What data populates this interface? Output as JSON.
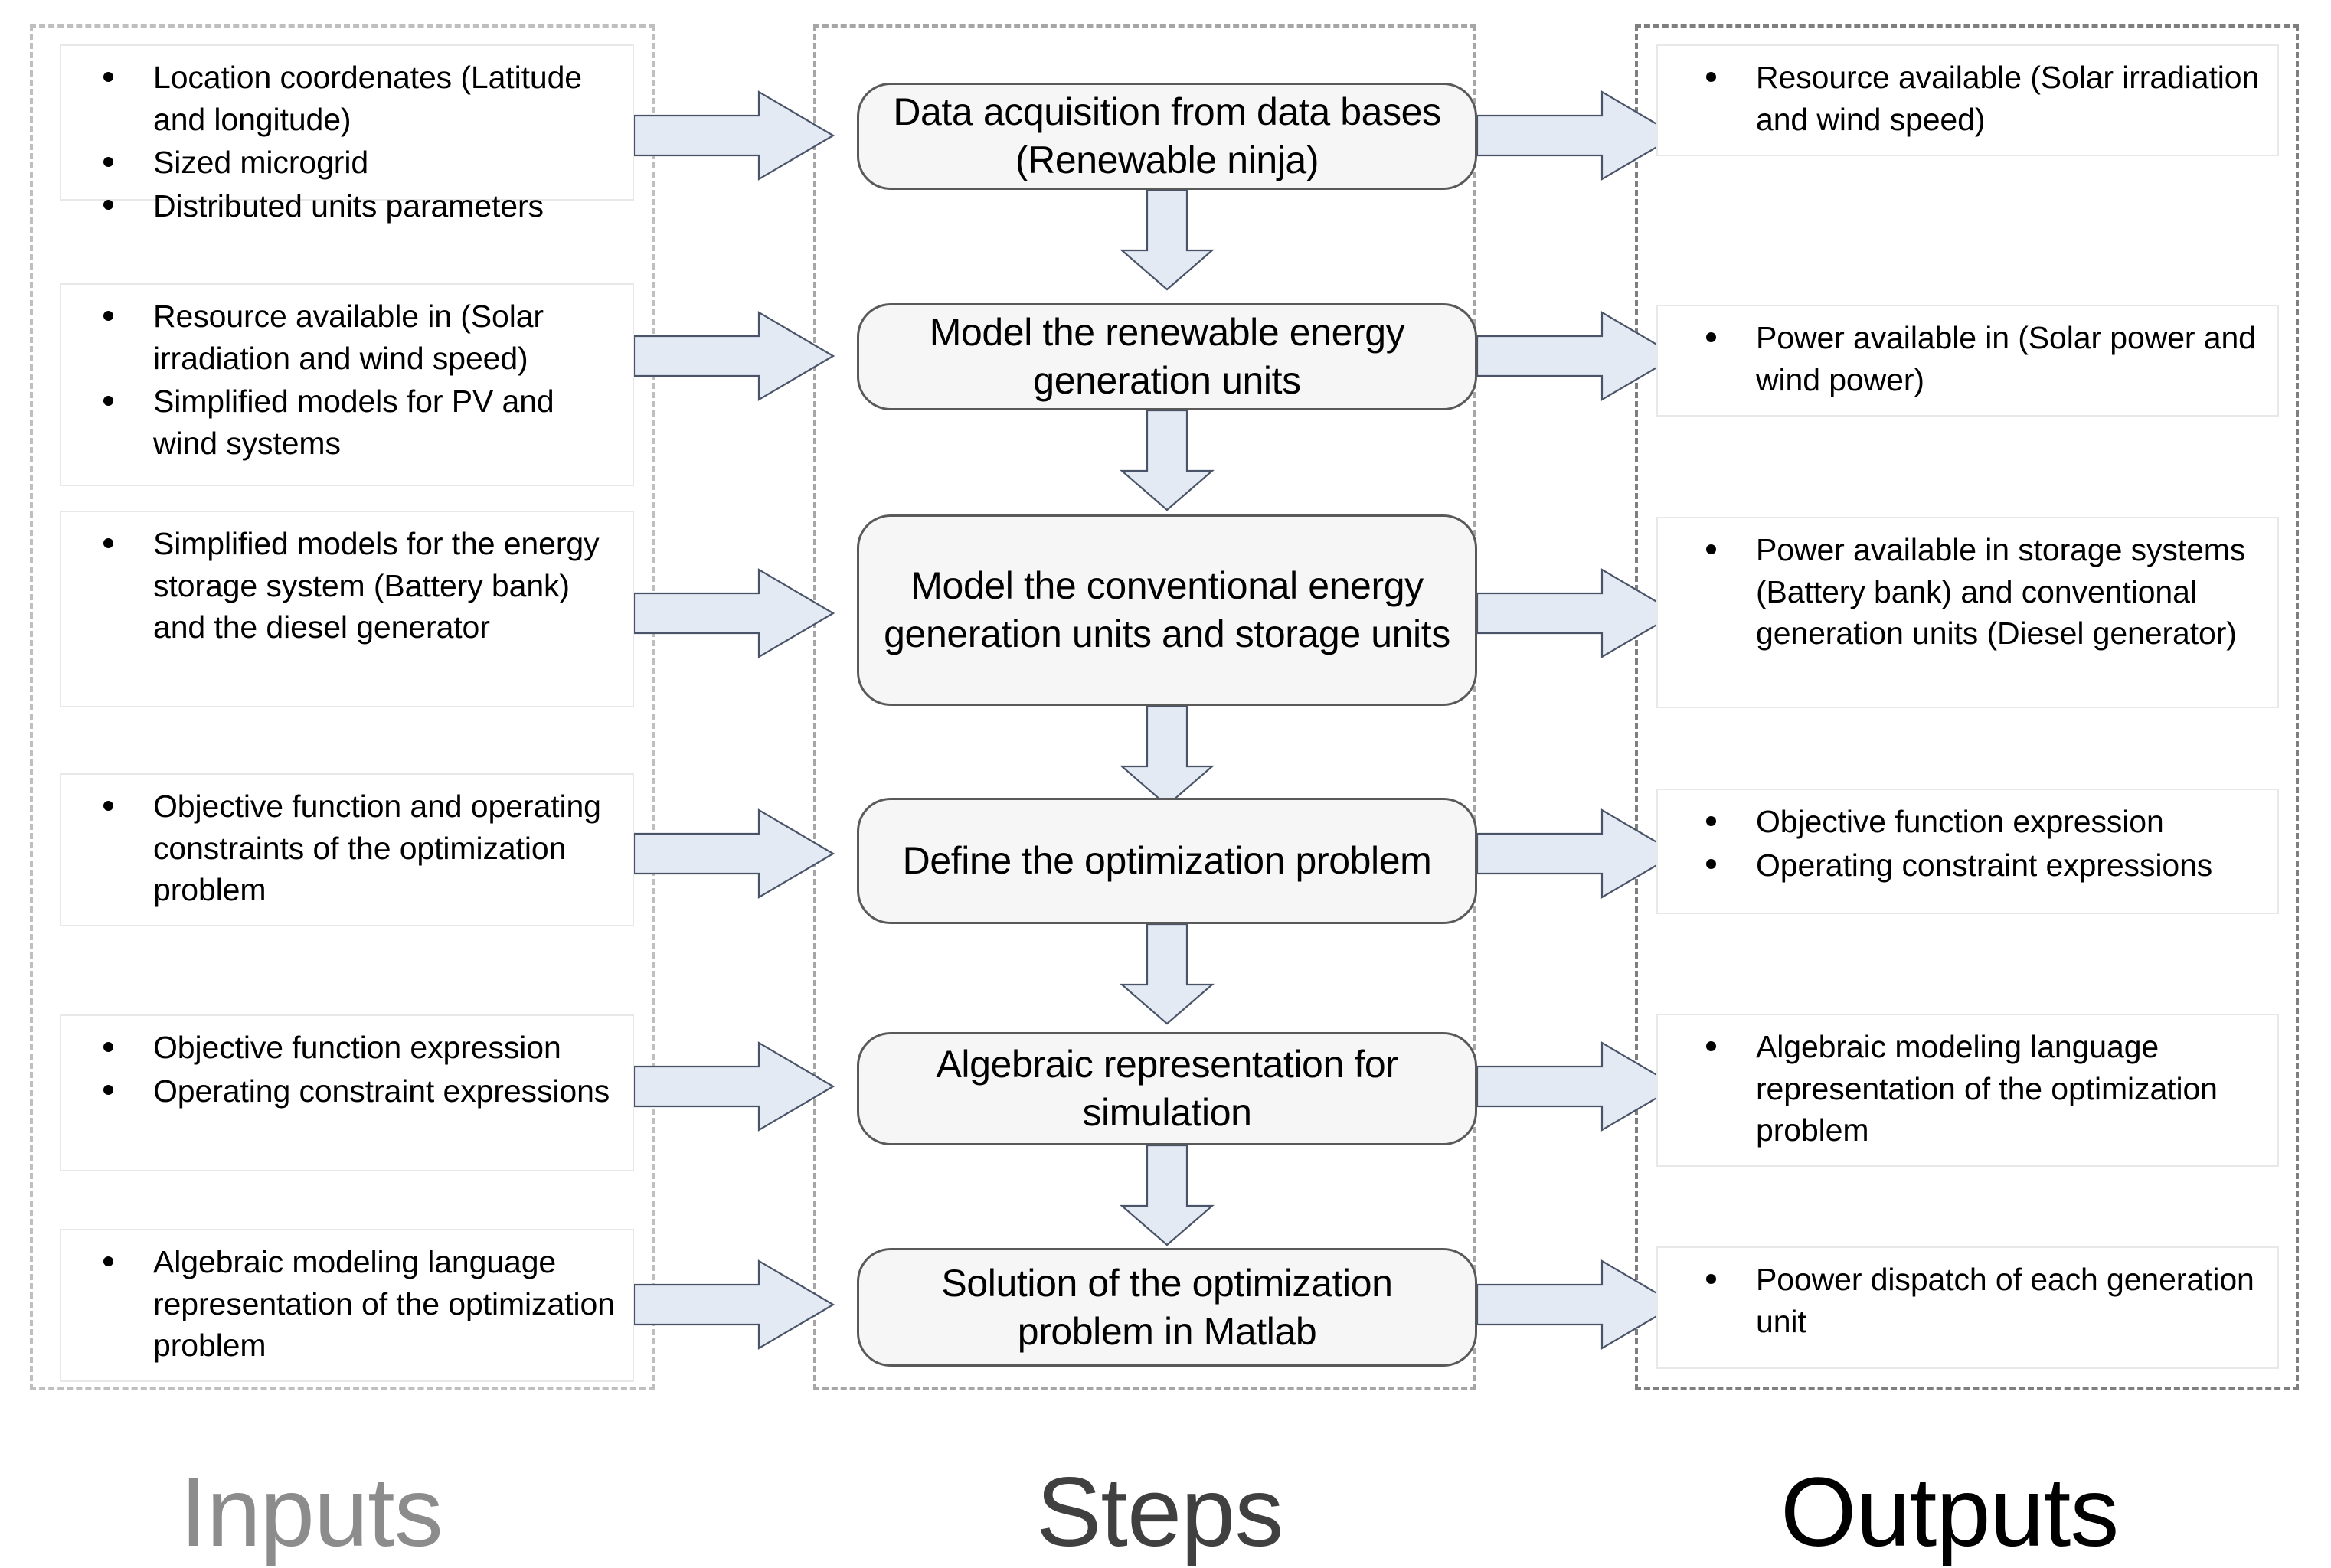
{
  "columns": {
    "inputs_title": "Inputs",
    "steps_title": "Steps",
    "outputs_title": "Outputs"
  },
  "colors": {
    "arrow_fill": "#e3eaf4",
    "arrow_stroke": "#4a5468",
    "step_fill": "#f6f6f6",
    "step_stroke": "#595959",
    "dashed_inputs": "#bfbfbf",
    "dashed_steps": "#a6a6a6",
    "dashed_outputs": "#7f7f7f",
    "title_inputs": "#8c8c8c",
    "title_steps": "#404040",
    "title_outputs": "#000000"
  },
  "rows": [
    {
      "inputs": [
        "Location coordenates (Latitude and longitude)",
        "Sized microgrid",
        "Distributed units parameters"
      ],
      "step": "Data acquisition from data bases (Renewable ninja)",
      "outputs": [
        "Resource available (Solar irradiation and wind speed)"
      ]
    },
    {
      "inputs": [
        "Resource available in (Solar irradiation and wind speed)",
        "Simplified models for PV and wind systems"
      ],
      "step": "Model the renewable energy generation units",
      "outputs": [
        "Power available in (Solar power and wind power)"
      ]
    },
    {
      "inputs": [
        "Simplified models for the energy storage system (Battery bank) and the diesel generator"
      ],
      "step": "Model the conventional energy generation units and storage units",
      "outputs": [
        "Power available in storage systems (Battery bank) and conventional generation units (Diesel generator)"
      ]
    },
    {
      "inputs": [
        "Objective function and operating constraints of the optimization problem"
      ],
      "step": "Define the optimization problem",
      "outputs": [
        "Objective function expression",
        "Operating constraint expressions"
      ]
    },
    {
      "inputs": [
        "Objective function expression",
        "Operating constraint expressions"
      ],
      "step": "Algebraic representation for simulation",
      "outputs": [
        "Algebraic modeling language representation of the optimization problem"
      ]
    },
    {
      "inputs": [
        "Algebraic modeling language representation of the optimization problem"
      ],
      "step": "Solution of the optimization problem in Matlab",
      "outputs": [
        "Poower dispatch of each generation unit"
      ]
    }
  ]
}
